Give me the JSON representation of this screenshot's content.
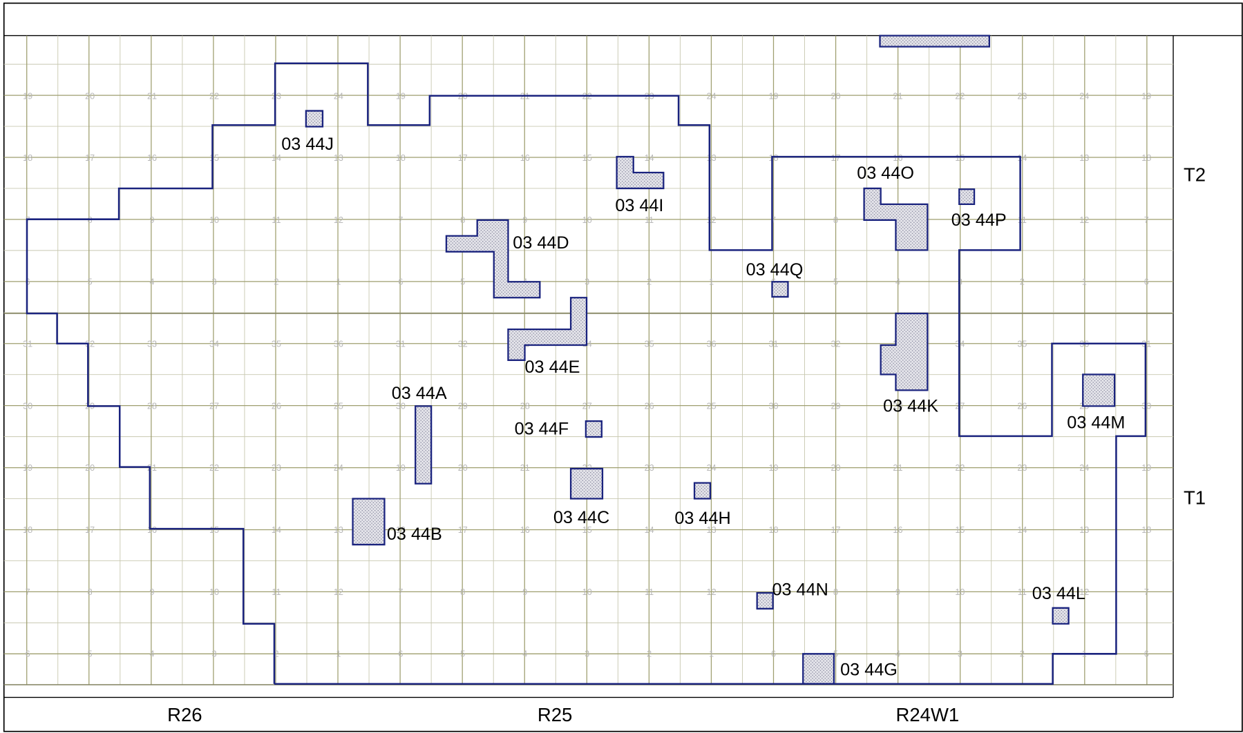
{
  "colors": {
    "boundary": "#1a237e",
    "grid_major": "#9e9e6e",
    "grid_minor": "#c8c8b0",
    "parcel_fill": "#d8d8e0",
    "section_number": "#b8b8b8",
    "label": "#000000"
  },
  "township_labels": [
    "T2",
    "T1"
  ],
  "range_labels": [
    "R26",
    "R25",
    "R24W1"
  ],
  "sections": {
    "r1": [
      "19",
      "20",
      "21",
      "22",
      "23",
      "24",
      "19",
      "20",
      "21",
      "22",
      "23",
      "24",
      "19",
      "20",
      "21",
      "22",
      "23",
      "24",
      "19"
    ],
    "r2": [
      "18",
      "17",
      "16",
      "15",
      "14",
      "13",
      "18",
      "17",
      "16",
      "15",
      "14",
      "13",
      "18",
      "17",
      "16",
      "15",
      "14",
      "13",
      "18"
    ],
    "r3": [
      "7",
      "8",
      "9",
      "10",
      "11",
      "12",
      "7",
      "8",
      "9",
      "10",
      "11",
      "12",
      "7",
      "8",
      "9",
      "10",
      "11",
      "12",
      "7"
    ],
    "r4": [
      "6",
      "5",
      "4",
      "3",
      "2",
      "1",
      "6",
      "5",
      "4",
      "3",
      "2",
      "1",
      "6",
      "5",
      "4",
      "3",
      "2",
      "1",
      "6"
    ],
    "r5": [
      "31",
      "32",
      "33",
      "34",
      "35",
      "36",
      "31",
      "32",
      "33",
      "34",
      "35",
      "36",
      "31",
      "32",
      "33",
      "34",
      "35",
      "36",
      "31"
    ],
    "r6": [
      "30",
      "29",
      "28",
      "27",
      "26",
      "25",
      "30",
      "29",
      "28",
      "27",
      "26",
      "25",
      "30",
      "29",
      "28",
      "27",
      "26",
      "25",
      "30"
    ],
    "r7": [
      "19",
      "20",
      "21",
      "22",
      "23",
      "24",
      "19",
      "20",
      "21",
      "22",
      "23",
      "24",
      "19",
      "20",
      "21",
      "22",
      "23",
      "24",
      "19"
    ],
    "r8": [
      "18",
      "17",
      "16",
      "15",
      "14",
      "13",
      "18",
      "17",
      "16",
      "15",
      "14",
      "13",
      "18",
      "17",
      "16",
      "15",
      "14",
      "13",
      "18"
    ],
    "r9": [
      "7",
      "8",
      "9",
      "10",
      "11",
      "12",
      "7",
      "8",
      "9",
      "10",
      "11",
      "12",
      "7",
      "8",
      "9",
      "10",
      "11",
      "12",
      "7"
    ],
    "r10": [
      "6",
      "5",
      "4",
      "3",
      "2",
      "1",
      "6",
      "5",
      "4",
      "3",
      "2",
      "1",
      "6",
      "5",
      "4",
      "3",
      "2",
      "1",
      "6"
    ]
  },
  "parcels": [
    {
      "id": "03 44A"
    },
    {
      "id": "03 44B"
    },
    {
      "id": "03 44C"
    },
    {
      "id": "03 44D"
    },
    {
      "id": "03 44E"
    },
    {
      "id": "03 44F"
    },
    {
      "id": "03 44G"
    },
    {
      "id": "03 44H"
    },
    {
      "id": "03 44I"
    },
    {
      "id": "03 44J"
    },
    {
      "id": "03 44K"
    },
    {
      "id": "03 44L"
    },
    {
      "id": "03 44M"
    },
    {
      "id": "03 44N"
    },
    {
      "id": "03 44O"
    },
    {
      "id": "03 44P"
    },
    {
      "id": "03 44Q"
    }
  ]
}
